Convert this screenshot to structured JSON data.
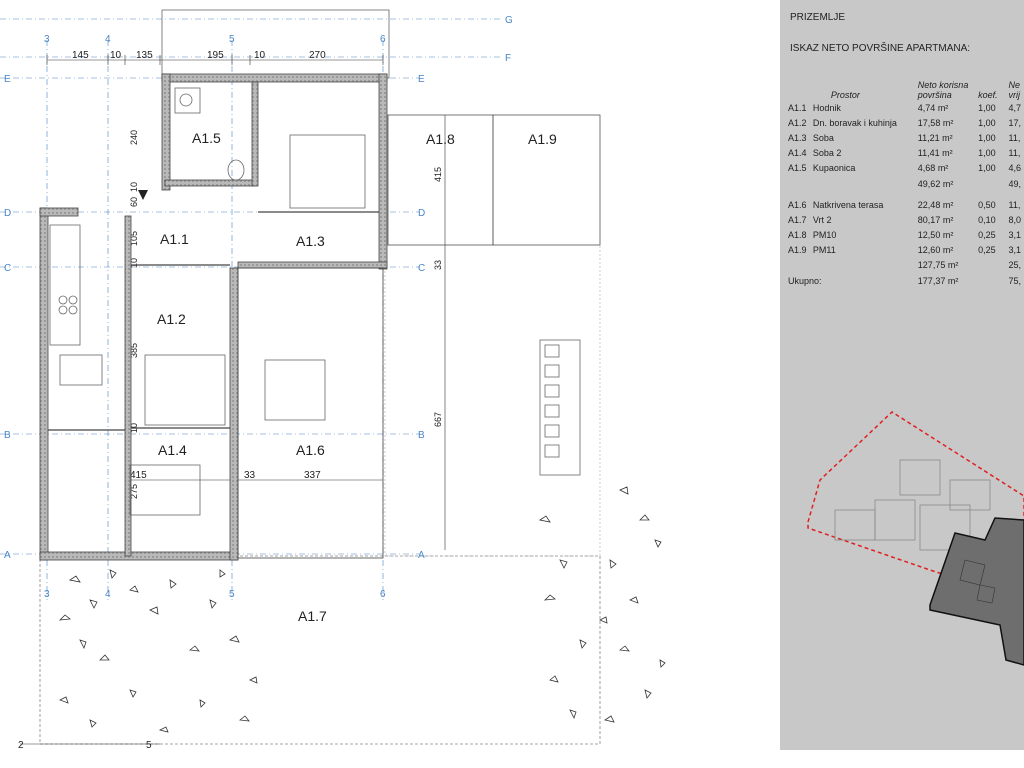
{
  "grid": {
    "rows": [
      "G",
      "F",
      "E",
      "D",
      "C",
      "B",
      "A"
    ],
    "cols_top": [
      "3",
      "4",
      "5",
      "6"
    ],
    "cols_bottom": [
      "3",
      "4",
      "5",
      "6"
    ],
    "bottom_marks": [
      "2",
      "5"
    ]
  },
  "dimensions": {
    "top": [
      "145",
      "10",
      "135",
      "195",
      "10",
      "270"
    ],
    "vertical": [
      "240",
      "60",
      "10",
      "105",
      "10",
      "385",
      "10",
      "275",
      "415",
      "33",
      "667"
    ],
    "horizontal_mid": [
      "415",
      "33",
      "337"
    ]
  },
  "rooms": [
    {
      "id": "A1.5"
    },
    {
      "id": "A1.3"
    },
    {
      "id": "A1.8"
    },
    {
      "id": "A1.9"
    },
    {
      "id": "A1.1"
    },
    {
      "id": "A1.2"
    },
    {
      "id": "A1.4"
    },
    {
      "id": "A1.6"
    },
    {
      "id": "A1.7"
    }
  ],
  "panel": {
    "heading": "PRIZEMLJE",
    "subheading": "ISKAZ NETO POVRŠINE APARTMANA:",
    "columns": {
      "space": "Prostor",
      "net_area": "Neto korisna površina",
      "coef": "koef.",
      "value": "Ne vrij"
    },
    "rows_group1": [
      {
        "id": "A1.1",
        "name": "Hodnik",
        "area": "4,74 m²",
        "k": "1,00",
        "v": "4,7"
      },
      {
        "id": "A1.2",
        "name": "Dn. boravak i kuhinja",
        "area": "17,58 m²",
        "k": "1,00",
        "v": "17,"
      },
      {
        "id": "A1.3",
        "name": "Soba",
        "area": "11,21 m²",
        "k": "1,00",
        "v": "11,"
      },
      {
        "id": "A1.4",
        "name": "Soba 2",
        "area": "11,41 m²",
        "k": "1,00",
        "v": "11,"
      },
      {
        "id": "A1.5",
        "name": "Kupaonica",
        "area": "4,68 m²",
        "k": "1,00",
        "v": "4,6"
      }
    ],
    "subtotal1": {
      "area": "49,62 m²",
      "v": "49,"
    },
    "rows_group2": [
      {
        "id": "A1.6",
        "name": "Natkrivena terasa",
        "area": "22,48 m²",
        "k": "0,50",
        "v": "11,"
      },
      {
        "id": "A1.7",
        "name": "Vrt 2",
        "area": "80,17 m²",
        "k": "0,10",
        "v": "8,0"
      },
      {
        "id": "A1.8",
        "name": "PM10",
        "area": "12,50 m²",
        "k": "0,25",
        "v": "3,1"
      },
      {
        "id": "A1.9",
        "name": "PM11",
        "area": "12,60 m²",
        "k": "0,25",
        "v": "3,1"
      }
    ],
    "subtotal2": {
      "area": "127,75 m²",
      "v": "25,"
    },
    "total": {
      "label": "Ukupno:",
      "area": "177,37 m²",
      "v": "75,"
    }
  },
  "colors": {
    "grid": "#4a86c6",
    "wall": "#444444",
    "site_border": "#e02020",
    "panel": "#c8c8c8"
  }
}
